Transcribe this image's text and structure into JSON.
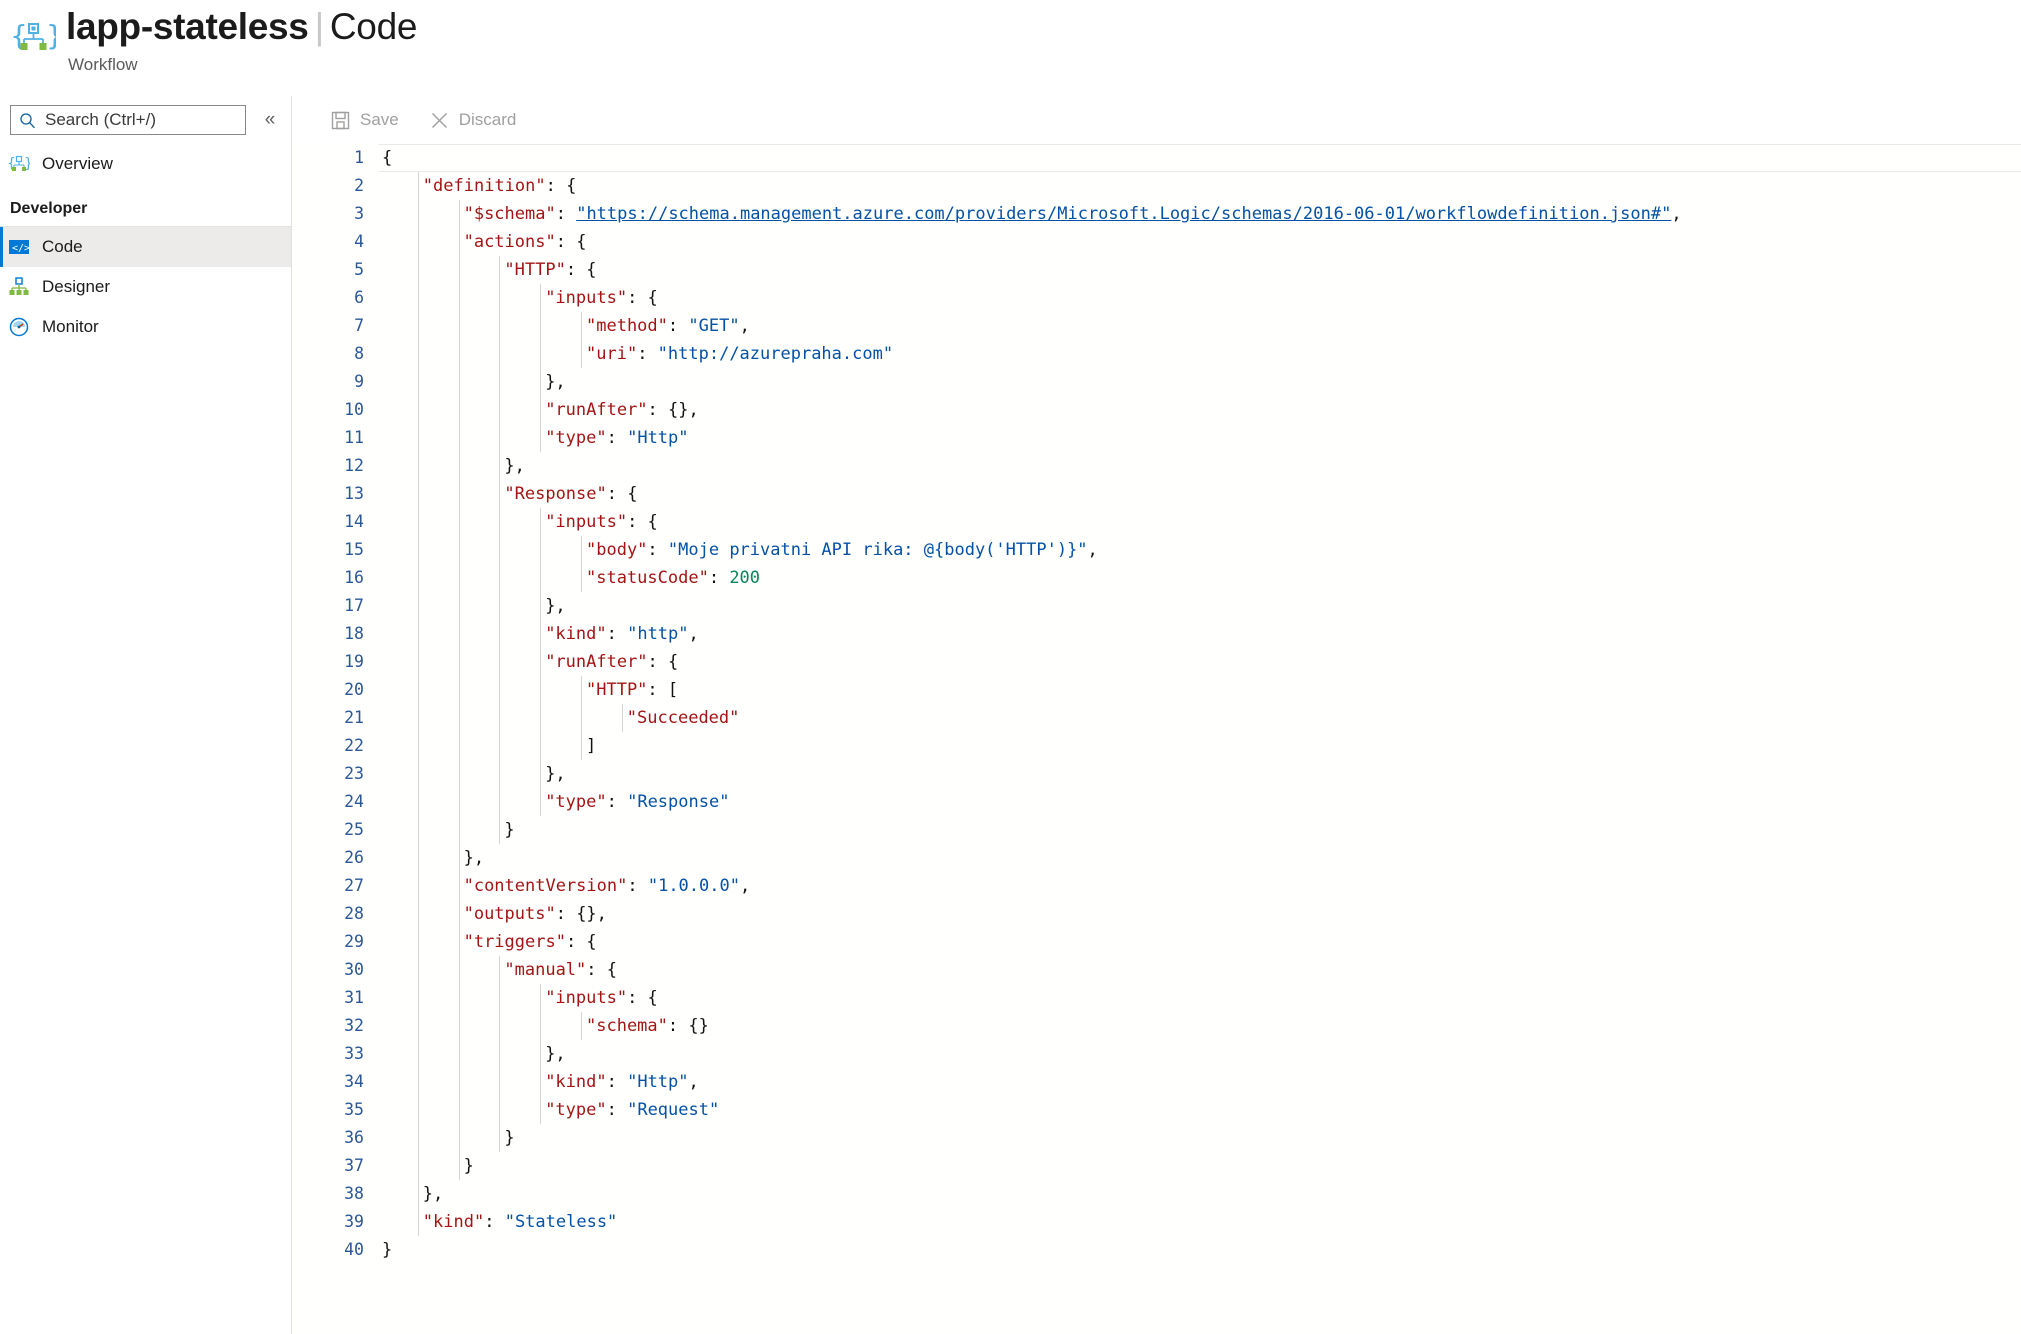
{
  "header": {
    "icon": "logic-app-icon",
    "resource_name": "lapp-stateless",
    "separator": "|",
    "page_name": "Code",
    "subtitle": "Workflow"
  },
  "sidebar": {
    "search": {
      "placeholder": "Search (Ctrl+/)",
      "value": "",
      "icon": "search-icon"
    },
    "collapse_icon": "«",
    "items": [
      {
        "label": "Overview",
        "icon": "logic-app-icon",
        "selected": false
      }
    ],
    "groups": [
      {
        "title": "Developer",
        "items": [
          {
            "label": "Code",
            "icon": "code-icon",
            "selected": true
          },
          {
            "label": "Designer",
            "icon": "designer-icon",
            "selected": false
          },
          {
            "label": "Monitor",
            "icon": "monitor-icon",
            "selected": false
          }
        ]
      }
    ]
  },
  "toolbar": {
    "save_label": "Save",
    "save_icon": "save-icon",
    "save_disabled": true,
    "discard_label": "Discard",
    "discard_icon": "close-icon",
    "discard_disabled": true
  },
  "editor": {
    "language": "json",
    "first_line": 1,
    "last_line": 40,
    "total_lines": 40,
    "cursor_line": 1,
    "line_numbers": [
      1,
      2,
      3,
      4,
      5,
      6,
      7,
      8,
      9,
      10,
      11,
      12,
      13,
      14,
      15,
      16,
      17,
      18,
      19,
      20,
      21,
      22,
      23,
      24,
      25,
      26,
      27,
      28,
      29,
      30,
      31,
      32,
      33,
      34,
      35,
      36,
      37,
      38,
      39,
      40
    ],
    "lines": [
      {
        "n": 1,
        "indent": 0,
        "tokens": [
          {
            "t": "punct",
            "v": "{"
          }
        ]
      },
      {
        "n": 2,
        "indent": 1,
        "tokens": [
          {
            "t": "key",
            "v": "\"definition\""
          },
          {
            "t": "punct",
            "v": ": {"
          }
        ]
      },
      {
        "n": 3,
        "indent": 2,
        "tokens": [
          {
            "t": "key",
            "v": "\"$schema\""
          },
          {
            "t": "punct",
            "v": ": "
          },
          {
            "t": "link",
            "v": "\"https://schema.management.azure.com/providers/Microsoft.Logic/schemas/2016-06-01/workflowdefinition.json#\""
          },
          {
            "t": "punct",
            "v": ","
          }
        ]
      },
      {
        "n": 4,
        "indent": 2,
        "tokens": [
          {
            "t": "key",
            "v": "\"actions\""
          },
          {
            "t": "punct",
            "v": ": {"
          }
        ]
      },
      {
        "n": 5,
        "indent": 3,
        "tokens": [
          {
            "t": "key",
            "v": "\"HTTP\""
          },
          {
            "t": "punct",
            "v": ": {"
          }
        ]
      },
      {
        "n": 6,
        "indent": 4,
        "tokens": [
          {
            "t": "key",
            "v": "\"inputs\""
          },
          {
            "t": "punct",
            "v": ": {"
          }
        ]
      },
      {
        "n": 7,
        "indent": 5,
        "tokens": [
          {
            "t": "key",
            "v": "\"method\""
          },
          {
            "t": "punct",
            "v": ": "
          },
          {
            "t": "str",
            "v": "\"GET\""
          },
          {
            "t": "punct",
            "v": ","
          }
        ]
      },
      {
        "n": 8,
        "indent": 5,
        "tokens": [
          {
            "t": "key",
            "v": "\"uri\""
          },
          {
            "t": "punct",
            "v": ": "
          },
          {
            "t": "str",
            "v": "\"http://azurepraha.com\""
          }
        ]
      },
      {
        "n": 9,
        "indent": 4,
        "tokens": [
          {
            "t": "punct",
            "v": "},"
          }
        ]
      },
      {
        "n": 10,
        "indent": 4,
        "tokens": [
          {
            "t": "key",
            "v": "\"runAfter\""
          },
          {
            "t": "punct",
            "v": ": {},"
          }
        ]
      },
      {
        "n": 11,
        "indent": 4,
        "tokens": [
          {
            "t": "key",
            "v": "\"type\""
          },
          {
            "t": "punct",
            "v": ": "
          },
          {
            "t": "str",
            "v": "\"Http\""
          }
        ]
      },
      {
        "n": 12,
        "indent": 3,
        "tokens": [
          {
            "t": "punct",
            "v": "},"
          }
        ]
      },
      {
        "n": 13,
        "indent": 3,
        "tokens": [
          {
            "t": "key",
            "v": "\"Response\""
          },
          {
            "t": "punct",
            "v": ": {"
          }
        ]
      },
      {
        "n": 14,
        "indent": 4,
        "tokens": [
          {
            "t": "key",
            "v": "\"inputs\""
          },
          {
            "t": "punct",
            "v": ": {"
          }
        ]
      },
      {
        "n": 15,
        "indent": 5,
        "tokens": [
          {
            "t": "key",
            "v": "\"body\""
          },
          {
            "t": "punct",
            "v": ": "
          },
          {
            "t": "str",
            "v": "\"Moje privatni API rika: @{body('HTTP')}\""
          },
          {
            "t": "punct",
            "v": ","
          }
        ]
      },
      {
        "n": 16,
        "indent": 5,
        "tokens": [
          {
            "t": "key",
            "v": "\"statusCode\""
          },
          {
            "t": "punct",
            "v": ": "
          },
          {
            "t": "num",
            "v": "200"
          }
        ]
      },
      {
        "n": 17,
        "indent": 4,
        "tokens": [
          {
            "t": "punct",
            "v": "},"
          }
        ]
      },
      {
        "n": 18,
        "indent": 4,
        "tokens": [
          {
            "t": "key",
            "v": "\"kind\""
          },
          {
            "t": "punct",
            "v": ": "
          },
          {
            "t": "str",
            "v": "\"http\""
          },
          {
            "t": "punct",
            "v": ","
          }
        ]
      },
      {
        "n": 19,
        "indent": 4,
        "tokens": [
          {
            "t": "key",
            "v": "\"runAfter\""
          },
          {
            "t": "punct",
            "v": ": {"
          }
        ]
      },
      {
        "n": 20,
        "indent": 5,
        "tokens": [
          {
            "t": "key",
            "v": "\"HTTP\""
          },
          {
            "t": "punct",
            "v": ": ["
          }
        ]
      },
      {
        "n": 21,
        "indent": 6,
        "tokens": [
          {
            "t": "key",
            "v": "\"Succeeded\""
          }
        ]
      },
      {
        "n": 22,
        "indent": 5,
        "tokens": [
          {
            "t": "punct",
            "v": "]"
          }
        ]
      },
      {
        "n": 23,
        "indent": 4,
        "tokens": [
          {
            "t": "punct",
            "v": "},"
          }
        ]
      },
      {
        "n": 24,
        "indent": 4,
        "tokens": [
          {
            "t": "key",
            "v": "\"type\""
          },
          {
            "t": "punct",
            "v": ": "
          },
          {
            "t": "str",
            "v": "\"Response\""
          }
        ]
      },
      {
        "n": 25,
        "indent": 3,
        "tokens": [
          {
            "t": "punct",
            "v": "}"
          }
        ]
      },
      {
        "n": 26,
        "indent": 2,
        "tokens": [
          {
            "t": "punct",
            "v": "},"
          }
        ]
      },
      {
        "n": 27,
        "indent": 2,
        "tokens": [
          {
            "t": "key",
            "v": "\"contentVersion\""
          },
          {
            "t": "punct",
            "v": ": "
          },
          {
            "t": "str",
            "v": "\"1.0.0.0\""
          },
          {
            "t": "punct",
            "v": ","
          }
        ]
      },
      {
        "n": 28,
        "indent": 2,
        "tokens": [
          {
            "t": "key",
            "v": "\"outputs\""
          },
          {
            "t": "punct",
            "v": ": {},"
          }
        ]
      },
      {
        "n": 29,
        "indent": 2,
        "tokens": [
          {
            "t": "key",
            "v": "\"triggers\""
          },
          {
            "t": "punct",
            "v": ": {"
          }
        ]
      },
      {
        "n": 30,
        "indent": 3,
        "tokens": [
          {
            "t": "key",
            "v": "\"manual\""
          },
          {
            "t": "punct",
            "v": ": {"
          }
        ]
      },
      {
        "n": 31,
        "indent": 4,
        "tokens": [
          {
            "t": "key",
            "v": "\"inputs\""
          },
          {
            "t": "punct",
            "v": ": {"
          }
        ]
      },
      {
        "n": 32,
        "indent": 5,
        "tokens": [
          {
            "t": "key",
            "v": "\"schema\""
          },
          {
            "t": "punct",
            "v": ": {}"
          }
        ]
      },
      {
        "n": 33,
        "indent": 4,
        "tokens": [
          {
            "t": "punct",
            "v": "},"
          }
        ]
      },
      {
        "n": 34,
        "indent": 4,
        "tokens": [
          {
            "t": "key",
            "v": "\"kind\""
          },
          {
            "t": "punct",
            "v": ": "
          },
          {
            "t": "str",
            "v": "\"Http\""
          },
          {
            "t": "punct",
            "v": ","
          }
        ]
      },
      {
        "n": 35,
        "indent": 4,
        "tokens": [
          {
            "t": "key",
            "v": "\"type\""
          },
          {
            "t": "punct",
            "v": ": "
          },
          {
            "t": "str",
            "v": "\"Request\""
          }
        ]
      },
      {
        "n": 36,
        "indent": 3,
        "tokens": [
          {
            "t": "punct",
            "v": "}"
          }
        ]
      },
      {
        "n": 37,
        "indent": 2,
        "tokens": [
          {
            "t": "punct",
            "v": "}"
          }
        ]
      },
      {
        "n": 38,
        "indent": 1,
        "tokens": [
          {
            "t": "punct",
            "v": "},"
          }
        ]
      },
      {
        "n": 39,
        "indent": 1,
        "tokens": [
          {
            "t": "key",
            "v": "\"kind\""
          },
          {
            "t": "punct",
            "v": ": "
          },
          {
            "t": "str",
            "v": "\"Stateless\""
          }
        ]
      },
      {
        "n": 40,
        "indent": 0,
        "tokens": [
          {
            "t": "punct",
            "v": "}"
          }
        ]
      }
    ]
  },
  "colors": {
    "accent": "#0078d4",
    "key": "#a31515",
    "string": "#0451a5",
    "number": "#098658",
    "line_number": "#2b5797",
    "disabled_text": "#a19f9d",
    "selected_bg": "#edebe9"
  }
}
